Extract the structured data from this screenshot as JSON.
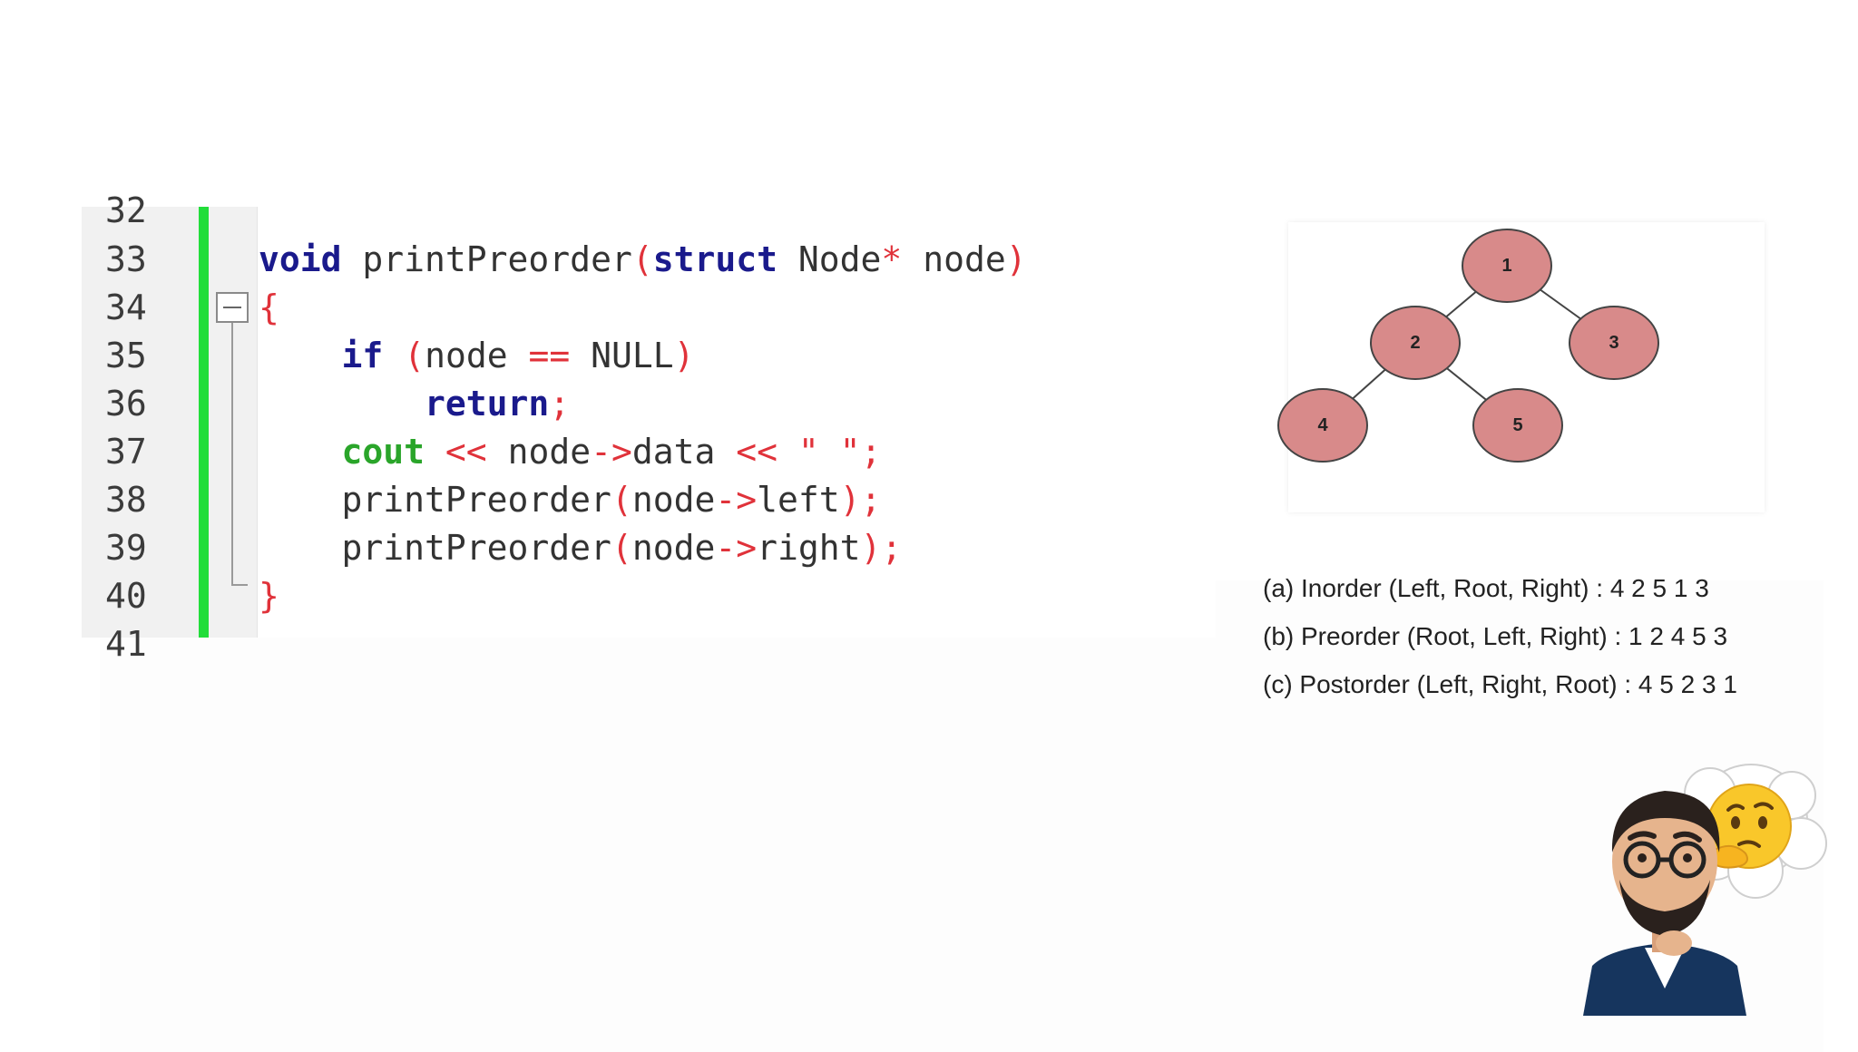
{
  "editor": {
    "lines": [
      {
        "number": "32",
        "code": ""
      },
      {
        "number": "33",
        "code": "void printPreorder(struct Node* node)"
      },
      {
        "number": "34",
        "code": "{"
      },
      {
        "number": "35",
        "code": "    if (node == NULL)"
      },
      {
        "number": "36",
        "code": "        return;"
      },
      {
        "number": "37",
        "code": "    cout << node->data << \" \";"
      },
      {
        "number": "38",
        "code": "    printPreorder(node->left);"
      },
      {
        "number": "39",
        "code": "    printPreorder(node->right);"
      },
      {
        "number": "40",
        "code": "}"
      },
      {
        "number": "41",
        "code": ""
      }
    ],
    "colors": {
      "keyword": "#1a1a8c",
      "cout": "#2aa52a",
      "operator": "#e0323a",
      "change_bar": "#22dd3a"
    }
  },
  "tree": {
    "nodes": [
      "1",
      "2",
      "3",
      "4",
      "5"
    ],
    "edges": [
      [
        "1",
        "2"
      ],
      [
        "1",
        "3"
      ],
      [
        "2",
        "4"
      ],
      [
        "2",
        "5"
      ]
    ],
    "node_color": "#d88a8a"
  },
  "traversals": [
    "(a) Inorder (Left, Root, Right) : 4 2 5 1 3",
    "(b) Preorder (Root, Left, Right) : 1 2 4 5 3",
    "(c) Postorder (Left, Right, Root) : 4 5 2 3 1"
  ],
  "avatar": {
    "icon": "thinking-man-avatar-icon",
    "bubble_icon": "thinking-face-emoji-icon"
  }
}
